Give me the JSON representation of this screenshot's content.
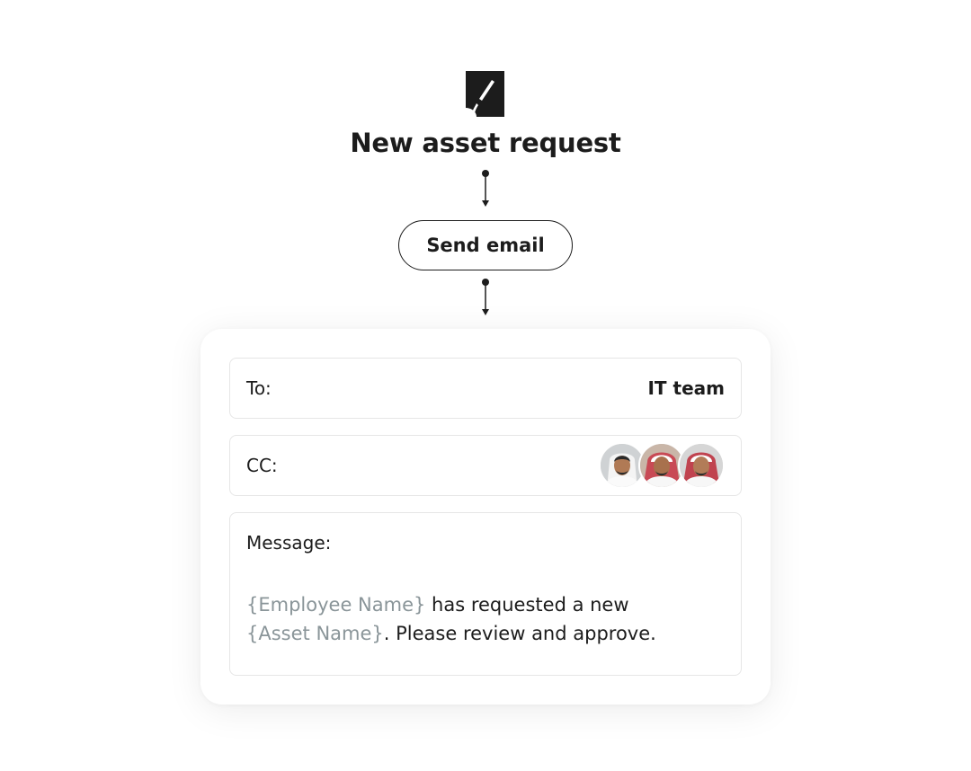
{
  "trigger": {
    "icon": "pen-icon",
    "title": "New asset request"
  },
  "action": {
    "label": "Send email"
  },
  "email": {
    "to": {
      "label": "To:",
      "value": "IT team"
    },
    "cc": {
      "label": "CC:",
      "avatars": [
        "avatar-1",
        "avatar-2",
        "avatar-3"
      ]
    },
    "message": {
      "label": "Message:",
      "token_employee": "{Employee Name}",
      "text_middle": " has requested a new ",
      "token_asset": "{Asset Name}",
      "text_end": ". Please review and approve."
    }
  },
  "colors": {
    "text": "#1c1c1c",
    "token": "#8a9599",
    "field_border": "#e6e6e6"
  }
}
